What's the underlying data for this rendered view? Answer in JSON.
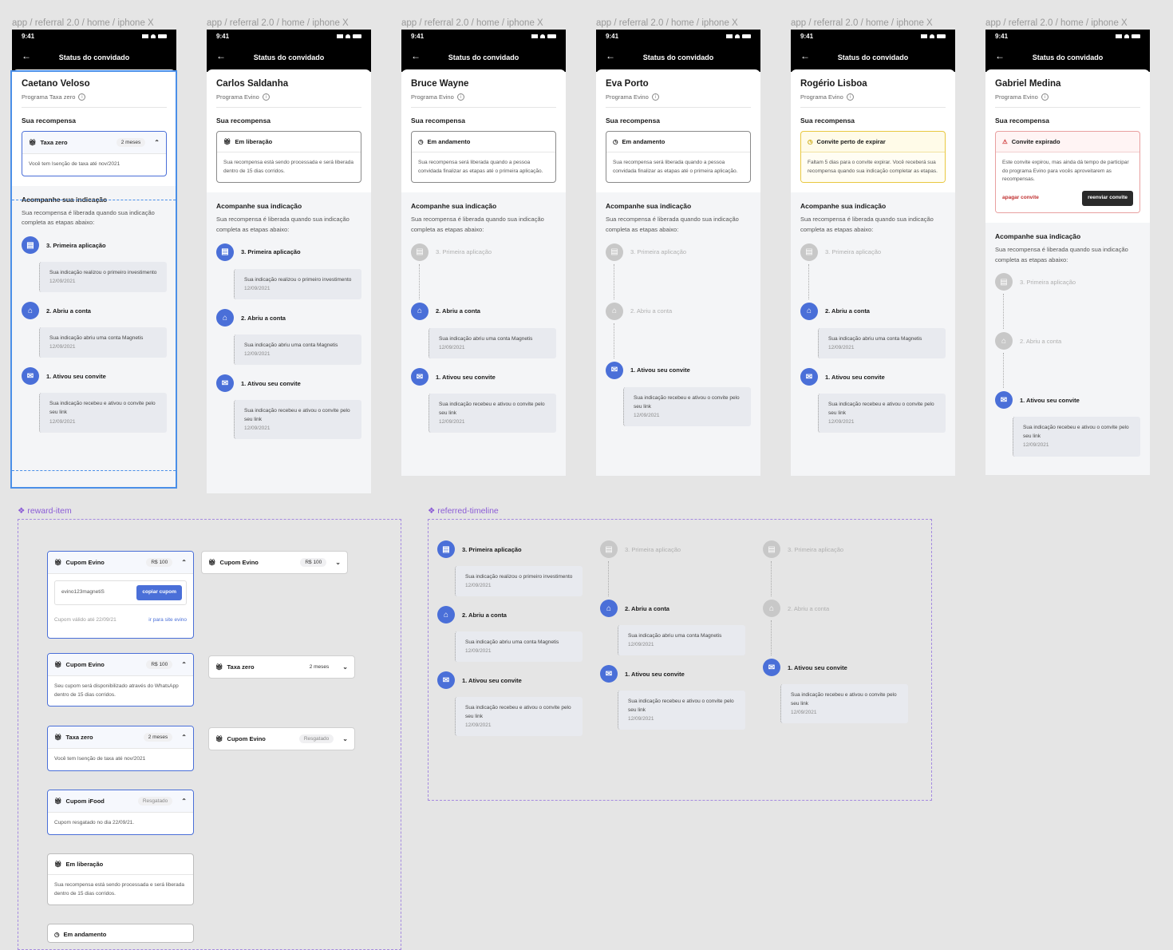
{
  "frame_label": "app / referral 2.0 / home / iphone X",
  "status_time": "9:41",
  "nav_title": "Status do convidado",
  "section_reward": "Sua recompensa",
  "tl_title": "Acompanhe sua indicação",
  "tl_sub": "Sua recompensa é liberada quando sua indicação completa as etapas abaixo:",
  "steps": {
    "s3": "3. Primeira aplicação",
    "s3_desc": "Sua indicação realizou o primeiro investimento",
    "s2": "2. Abriu a conta",
    "s2_desc": "Sua indicação abriu uma conta Magnetis",
    "s1": "1. Ativou seu convite",
    "s1_desc": "Sua indicação recebeu e ativou o convite pelo seu link",
    "date": "12/09/2021"
  },
  "frames": [
    {
      "name": "Caetano Veloso",
      "program": "Programa Taxa zero"
    },
    {
      "name": "Carlos Saldanha",
      "program": "Programa Evino"
    },
    {
      "name": "Bruce Wayne",
      "program": "Programa Evino"
    },
    {
      "name": "Eva Porto",
      "program": "Programa Evino"
    },
    {
      "name": "Rogério Lisboa",
      "program": "Programa Evino"
    },
    {
      "name": "Gabriel Medina",
      "program": "Programa Evino"
    }
  ],
  "rewards": {
    "taxa_zero": "Taxa zero",
    "dois_meses": "2 meses",
    "taxa_desc": "Você tem Isenção de taxa até nov/2021",
    "em_liberacao": "Em liberação",
    "liberacao_desc": "Sua recompensa está sendo processada e será liberada dentro de 15 dias corridos.",
    "em_andamento": "Em andamento",
    "andamento_desc": "Sua recompensa será liberada quando a pessoa convidada finalizar as etapas até o primeira aplicação.",
    "perto_expirar": "Convite perto de expirar",
    "expirar_desc": "Faltam 5 dias para o convite expirar. Você receberá sua recompensa quando sua indicação completar as etapas.",
    "expirado": "Convite expirado",
    "expirado_desc": "Este convite expirou, mas ainda dá tempo de participar do programa Evino para vocês aproveitarem as recompensas.",
    "apagar": "apagar convite",
    "reenviar": "reenviar convite",
    "cupom_evino": "Cupom Evino",
    "rs100": "R$ 100",
    "cupom_code": "evino123magnetiS",
    "copiar": "copiar cupom",
    "valido": "Cupom válido até 22/09/21",
    "ir_site": "ir para site evino",
    "whatsapp_desc": "Seu cupom será disponibilizado através do WhatsApp dentro de 15 dias corridos.",
    "resgatado": "Resgatado",
    "cupom_ifood": "Cupom iFood",
    "ifood_desc": "Cupom resgatado no dia 22/09/21."
  },
  "components": {
    "reward_item": "❖ reward-item",
    "referred_timeline": "❖ referred-timeline"
  }
}
